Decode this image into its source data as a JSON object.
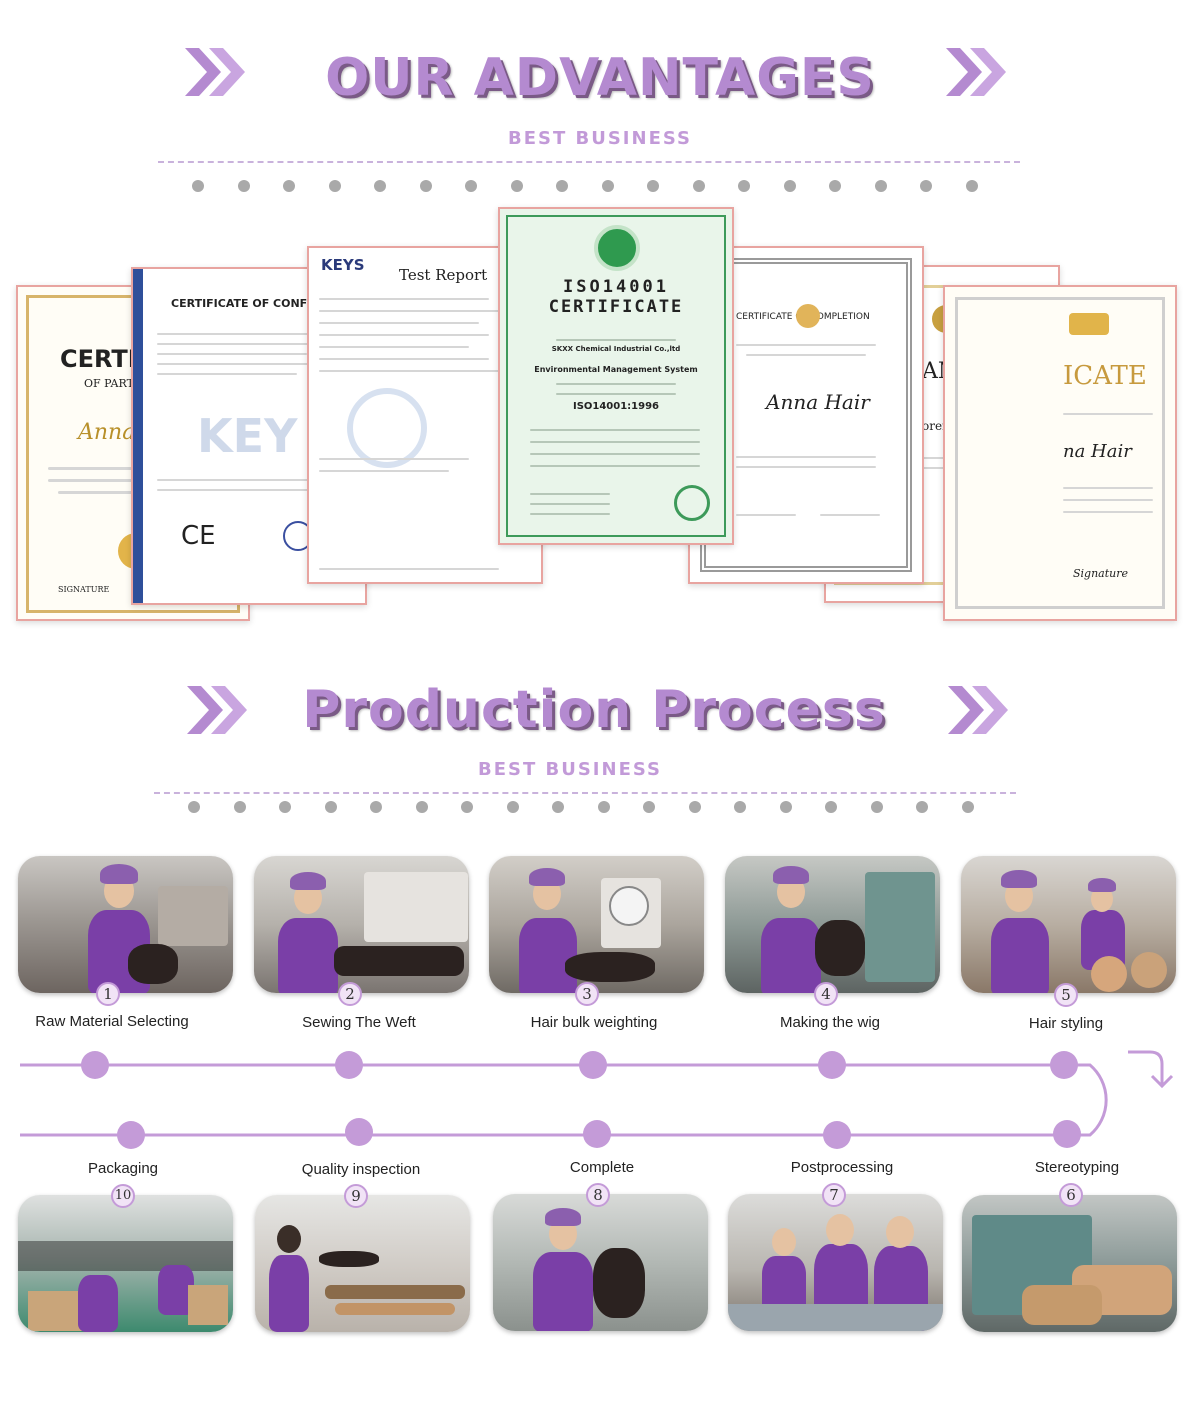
{
  "advantages": {
    "title": "OUR ADVANTAGES",
    "subtitle": "BEST BUSINESS"
  },
  "certificates": {
    "c1_title": "CERTIF",
    "c1_sub": "OF PART",
    "c1_sign": "Anna H",
    "c1_signature": "SIGNATURE",
    "c2_title": "CERTIFICATE OF CONFOR",
    "c2_brand": "KEY",
    "c2_mark": "CE",
    "c3_brand": "KEYS",
    "c3_title": "Test Report",
    "c4_title1": "ISO14001",
    "c4_title2": "CERTIFICATE",
    "c4_system": "Environmental Management System",
    "c4_code": "ISO14001:1996",
    "c4_company": "SKXX Chemical Industrial Co.,ltd",
    "c5_title": "CERTIFICATE OF COMPLETION",
    "c5_name": "Anna Hair",
    "c6_title": "AMPLE",
    "c6_lorem": "orem ipsum",
    "c7_title": "ICATE",
    "c7_name": "na Hair",
    "c7_signature": "Signature"
  },
  "process": {
    "title": "Production Process",
    "subtitle": "BEST BUSINESS",
    "steps": [
      {
        "num": "1",
        "label": "Raw Material Selecting"
      },
      {
        "num": "2",
        "label": "Sewing The Weft"
      },
      {
        "num": "3",
        "label": "Hair bulk weighting"
      },
      {
        "num": "4",
        "label": "Making the wig"
      },
      {
        "num": "5",
        "label": "Hair styling"
      },
      {
        "num": "6",
        "label": "Stereotyping"
      },
      {
        "num": "7",
        "label": "Postprocessing"
      },
      {
        "num": "8",
        "label": "Complete"
      },
      {
        "num": "9",
        "label": "Quality inspection"
      },
      {
        "num": "10",
        "label": "Packaging"
      }
    ]
  },
  "colors": {
    "accent": "#b48ad0",
    "timeline": "#c49bd8",
    "vest": "#7a3fa7"
  }
}
